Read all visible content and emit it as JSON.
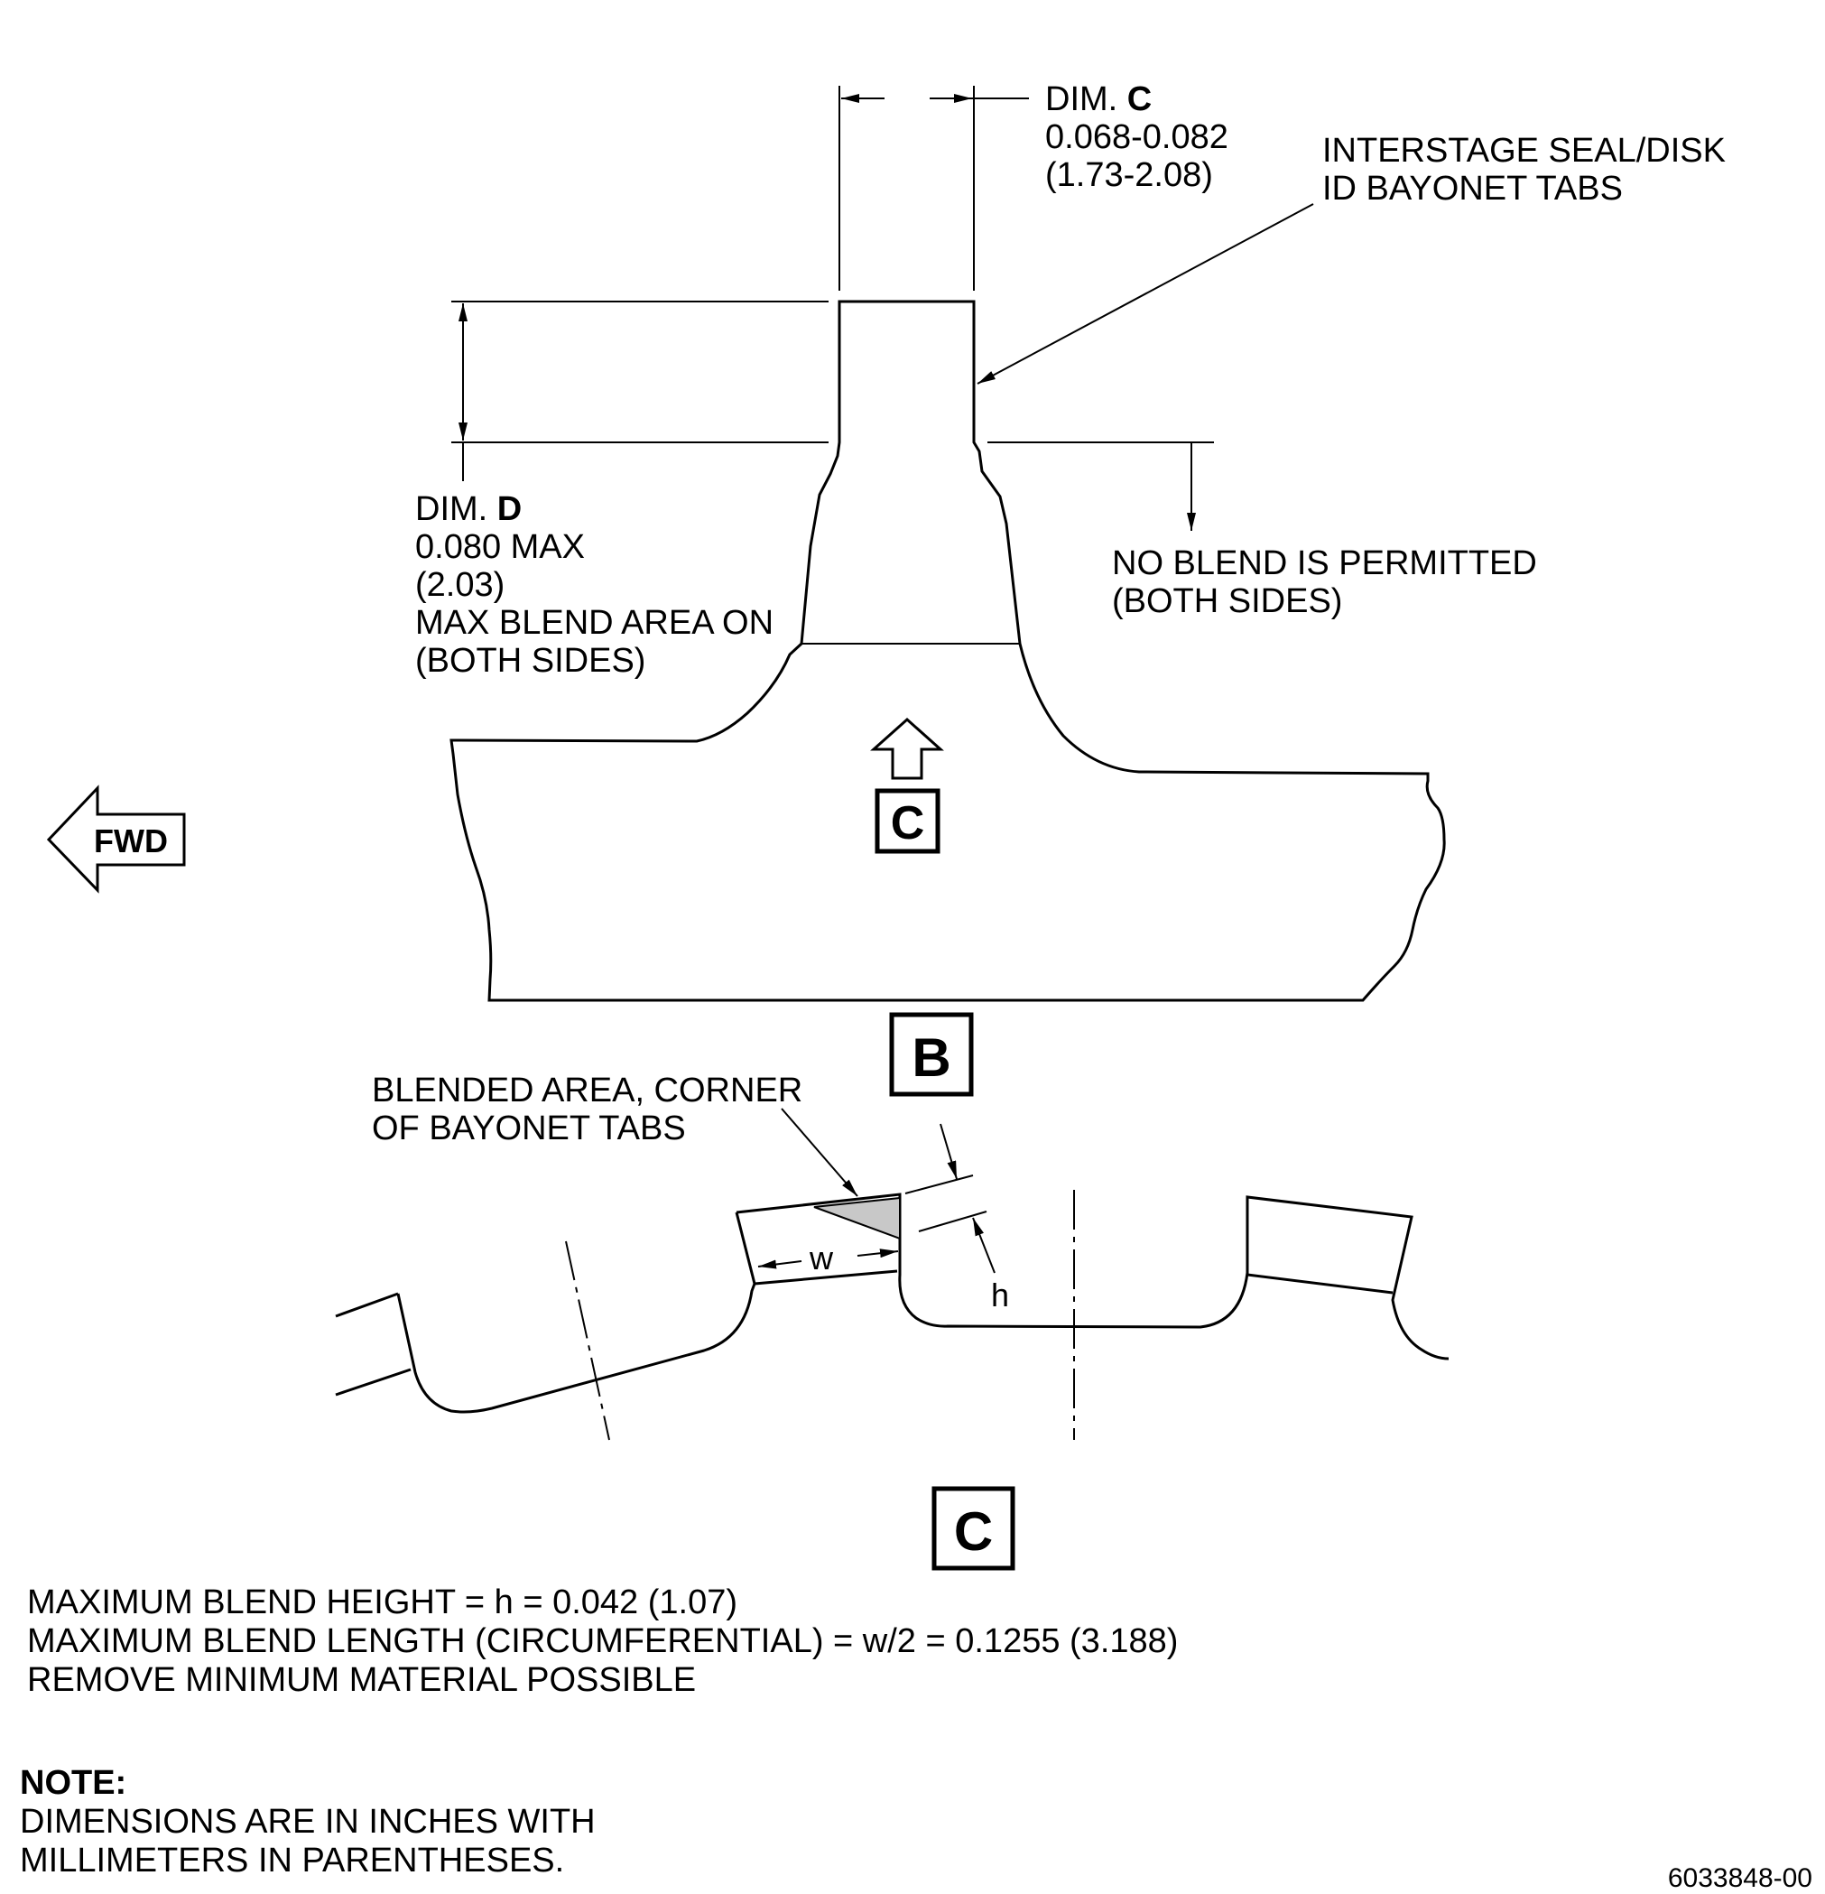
{
  "dim_c": {
    "prefix": "DIM. ",
    "letter": "C",
    "value_in": "0.068-0.082",
    "value_mm": "(1.73-2.08)"
  },
  "tabs_label": {
    "line1": "INTERSTAGE SEAL/DISK",
    "line2": "ID BAYONET TABS"
  },
  "dim_d": {
    "prefix": "DIM. ",
    "letter": "D",
    "value_in": "0.080 MAX",
    "value_mm": "(2.03)",
    "line4": "MAX BLEND AREA ON",
    "line5": "(BOTH SIDES)"
  },
  "no_blend": {
    "line1": "NO BLEND IS PERMITTED",
    "line2": "(BOTH SIDES)"
  },
  "view_c_marker": "C",
  "fwd_label": "FWD",
  "view_b_label": "B",
  "blended_area": {
    "line1": "BLENDED AREA, CORNER",
    "line2": "OF BAYONET TABS"
  },
  "w_label": "w",
  "h_label": "h",
  "view_c_label": "C",
  "formulas": [
    "MAXIMUM BLEND HEIGHT = h = 0.042 (1.07)",
    "MAXIMUM BLEND LENGTH (CIRCUMFERENTIAL) = w/2 = 0.1255 (3.188)",
    "REMOVE MINIMUM MATERIAL POSSIBLE"
  ],
  "note": {
    "heading": "NOTE:",
    "line1": "DIMENSIONS ARE IN INCHES WITH",
    "line2": "MILLIMETERS IN PARENTHESES."
  },
  "figure_number": "6033848-00"
}
